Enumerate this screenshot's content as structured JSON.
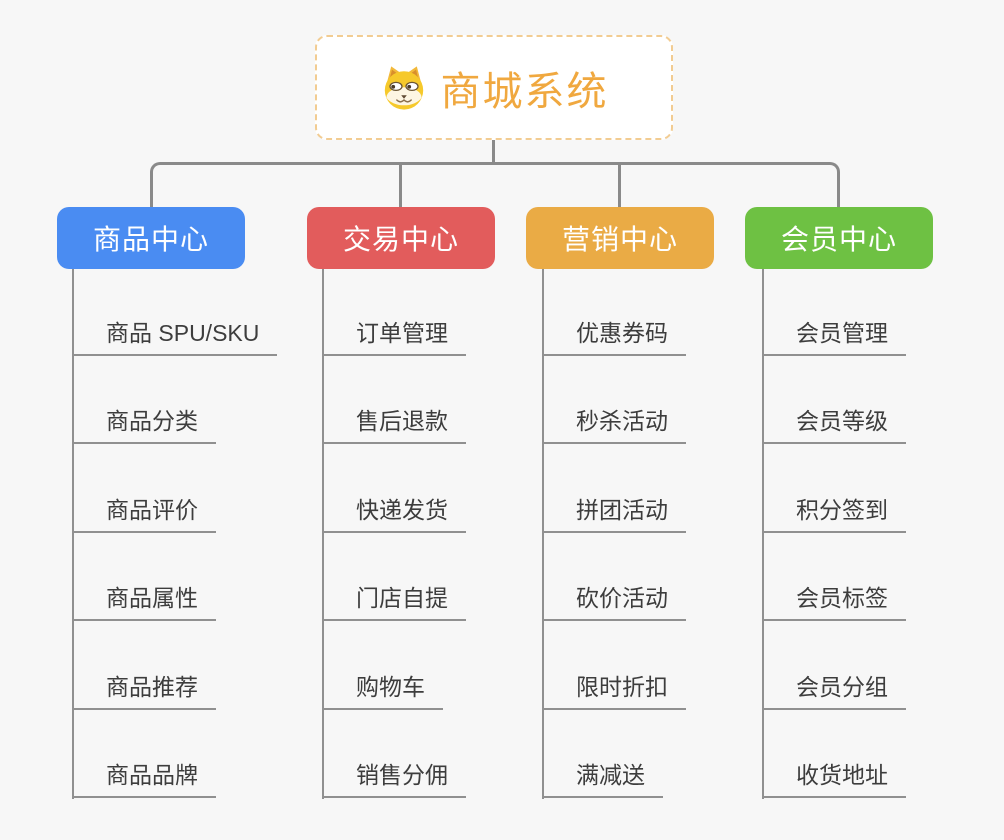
{
  "root": {
    "title": "商城系统"
  },
  "branches": [
    {
      "label": "商品中心",
      "color": "#4a8cf2",
      "items": [
        "商品 SPU/SKU",
        "商品分类",
        "商品评价",
        "商品属性",
        "商品推荐",
        "商品品牌"
      ]
    },
    {
      "label": "交易中心",
      "color": "#e25c5c",
      "items": [
        "订单管理",
        "售后退款",
        "快递发货",
        "门店自提",
        "购物车",
        "销售分佣"
      ]
    },
    {
      "label": "营销中心",
      "color": "#eaab45",
      "items": [
        "优惠券码",
        "秒杀活动",
        "拼团活动",
        "砍价活动",
        "限时折扣",
        "满减送"
      ]
    },
    {
      "label": "会员中心",
      "color": "#6ec143",
      "items": [
        "会员管理",
        "会员等级",
        "积分签到",
        "会员标签",
        "会员分组",
        "收货地址"
      ]
    }
  ],
  "colors": {
    "background": "#f7f7f7",
    "root_text": "#f0a83f",
    "root_border": "#f2cc92",
    "connector": "#8a8a8a",
    "leaf_line": "#909090",
    "leaf_text": "#3d3d3d"
  }
}
